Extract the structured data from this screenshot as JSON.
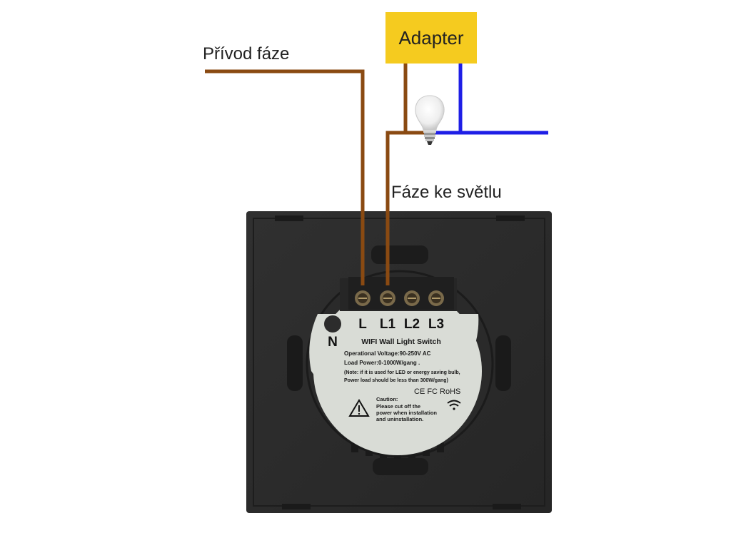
{
  "labels": {
    "phase_supply": "Přívod fáze",
    "adapter": "Adapter",
    "phase_to_light": "Fáze ke světlu"
  },
  "terminals": [
    "L",
    "L1",
    "L2",
    "L3"
  ],
  "neutral_label": "N",
  "device_label": {
    "title": "WIFI Wall Light Switch",
    "voltage": "Operational Voltage:90-250V AC",
    "load": "Load Power:0-1000W/gang .",
    "note_line1": "(Note: if it is used for LED or energy saving bulb,",
    "note_line2": "Power load should be less than 300W/gang)",
    "certifications": "CE FC RoHS",
    "caution_title": "Caution:",
    "caution_line1": "Please cut off the",
    "caution_line2": "power when installation",
    "caution_line3": "and uninstallation."
  },
  "colors": {
    "phase_wire": "#8a4a12",
    "neutral_wire": "#1e1ee6",
    "adapter_fill": "#f5cb1f",
    "switch_body": "#2b2b2b",
    "label_plate": "#d9dcd6"
  }
}
